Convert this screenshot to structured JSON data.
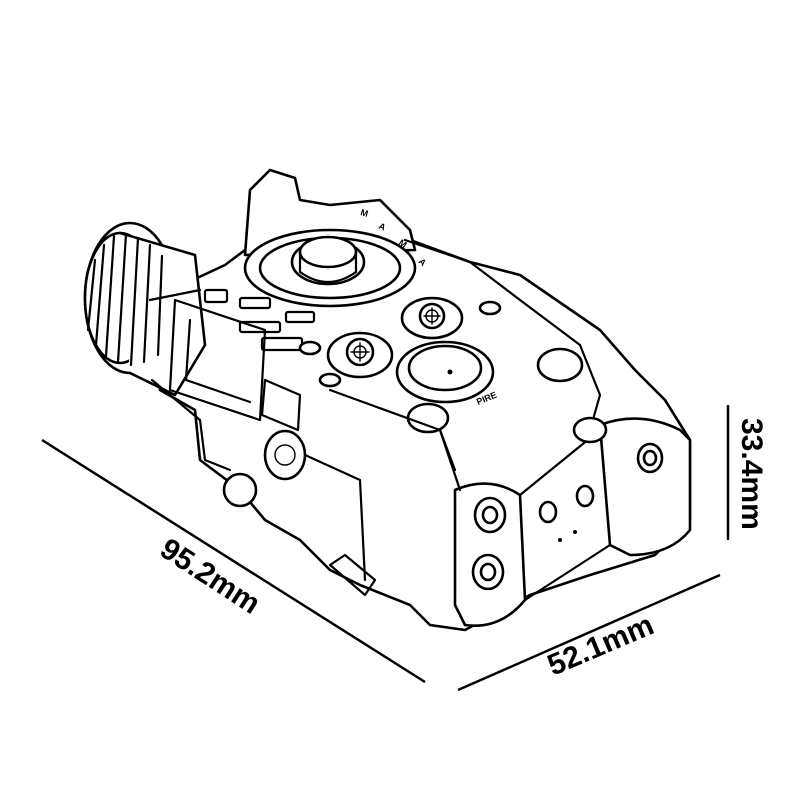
{
  "diagram": {
    "dimensions": {
      "length": "95.2mm",
      "width": "52.1mm",
      "height": "33.4mm"
    },
    "device_markings": {
      "brand": "PIRE"
    }
  }
}
